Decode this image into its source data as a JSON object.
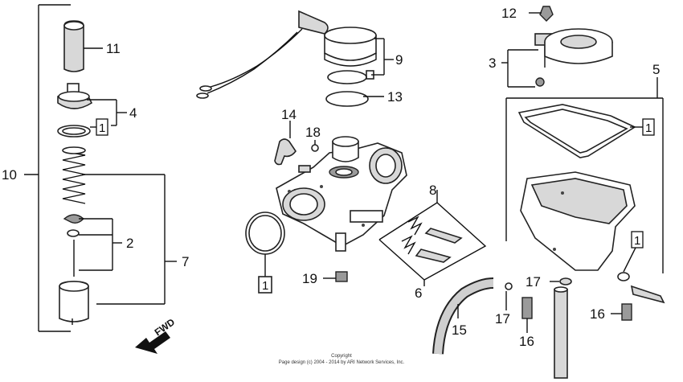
{
  "callouts": {
    "c1": "1",
    "c2": "2",
    "c3": "3",
    "c4": "4",
    "c5": "5",
    "c6": "6",
    "c7": "7",
    "c8": "8",
    "c9": "9",
    "c10": "10",
    "c11": "11",
    "c12": "12",
    "c13": "13",
    "c14": "14",
    "c15": "15",
    "c16": "16",
    "c17": "17",
    "c18": "18",
    "c19": "19"
  },
  "fwd_label": "FWD",
  "copyright": {
    "line1": "Copyright",
    "line2": "Page design (c) 2004 - 2014 by ARI Network Services, Inc."
  }
}
